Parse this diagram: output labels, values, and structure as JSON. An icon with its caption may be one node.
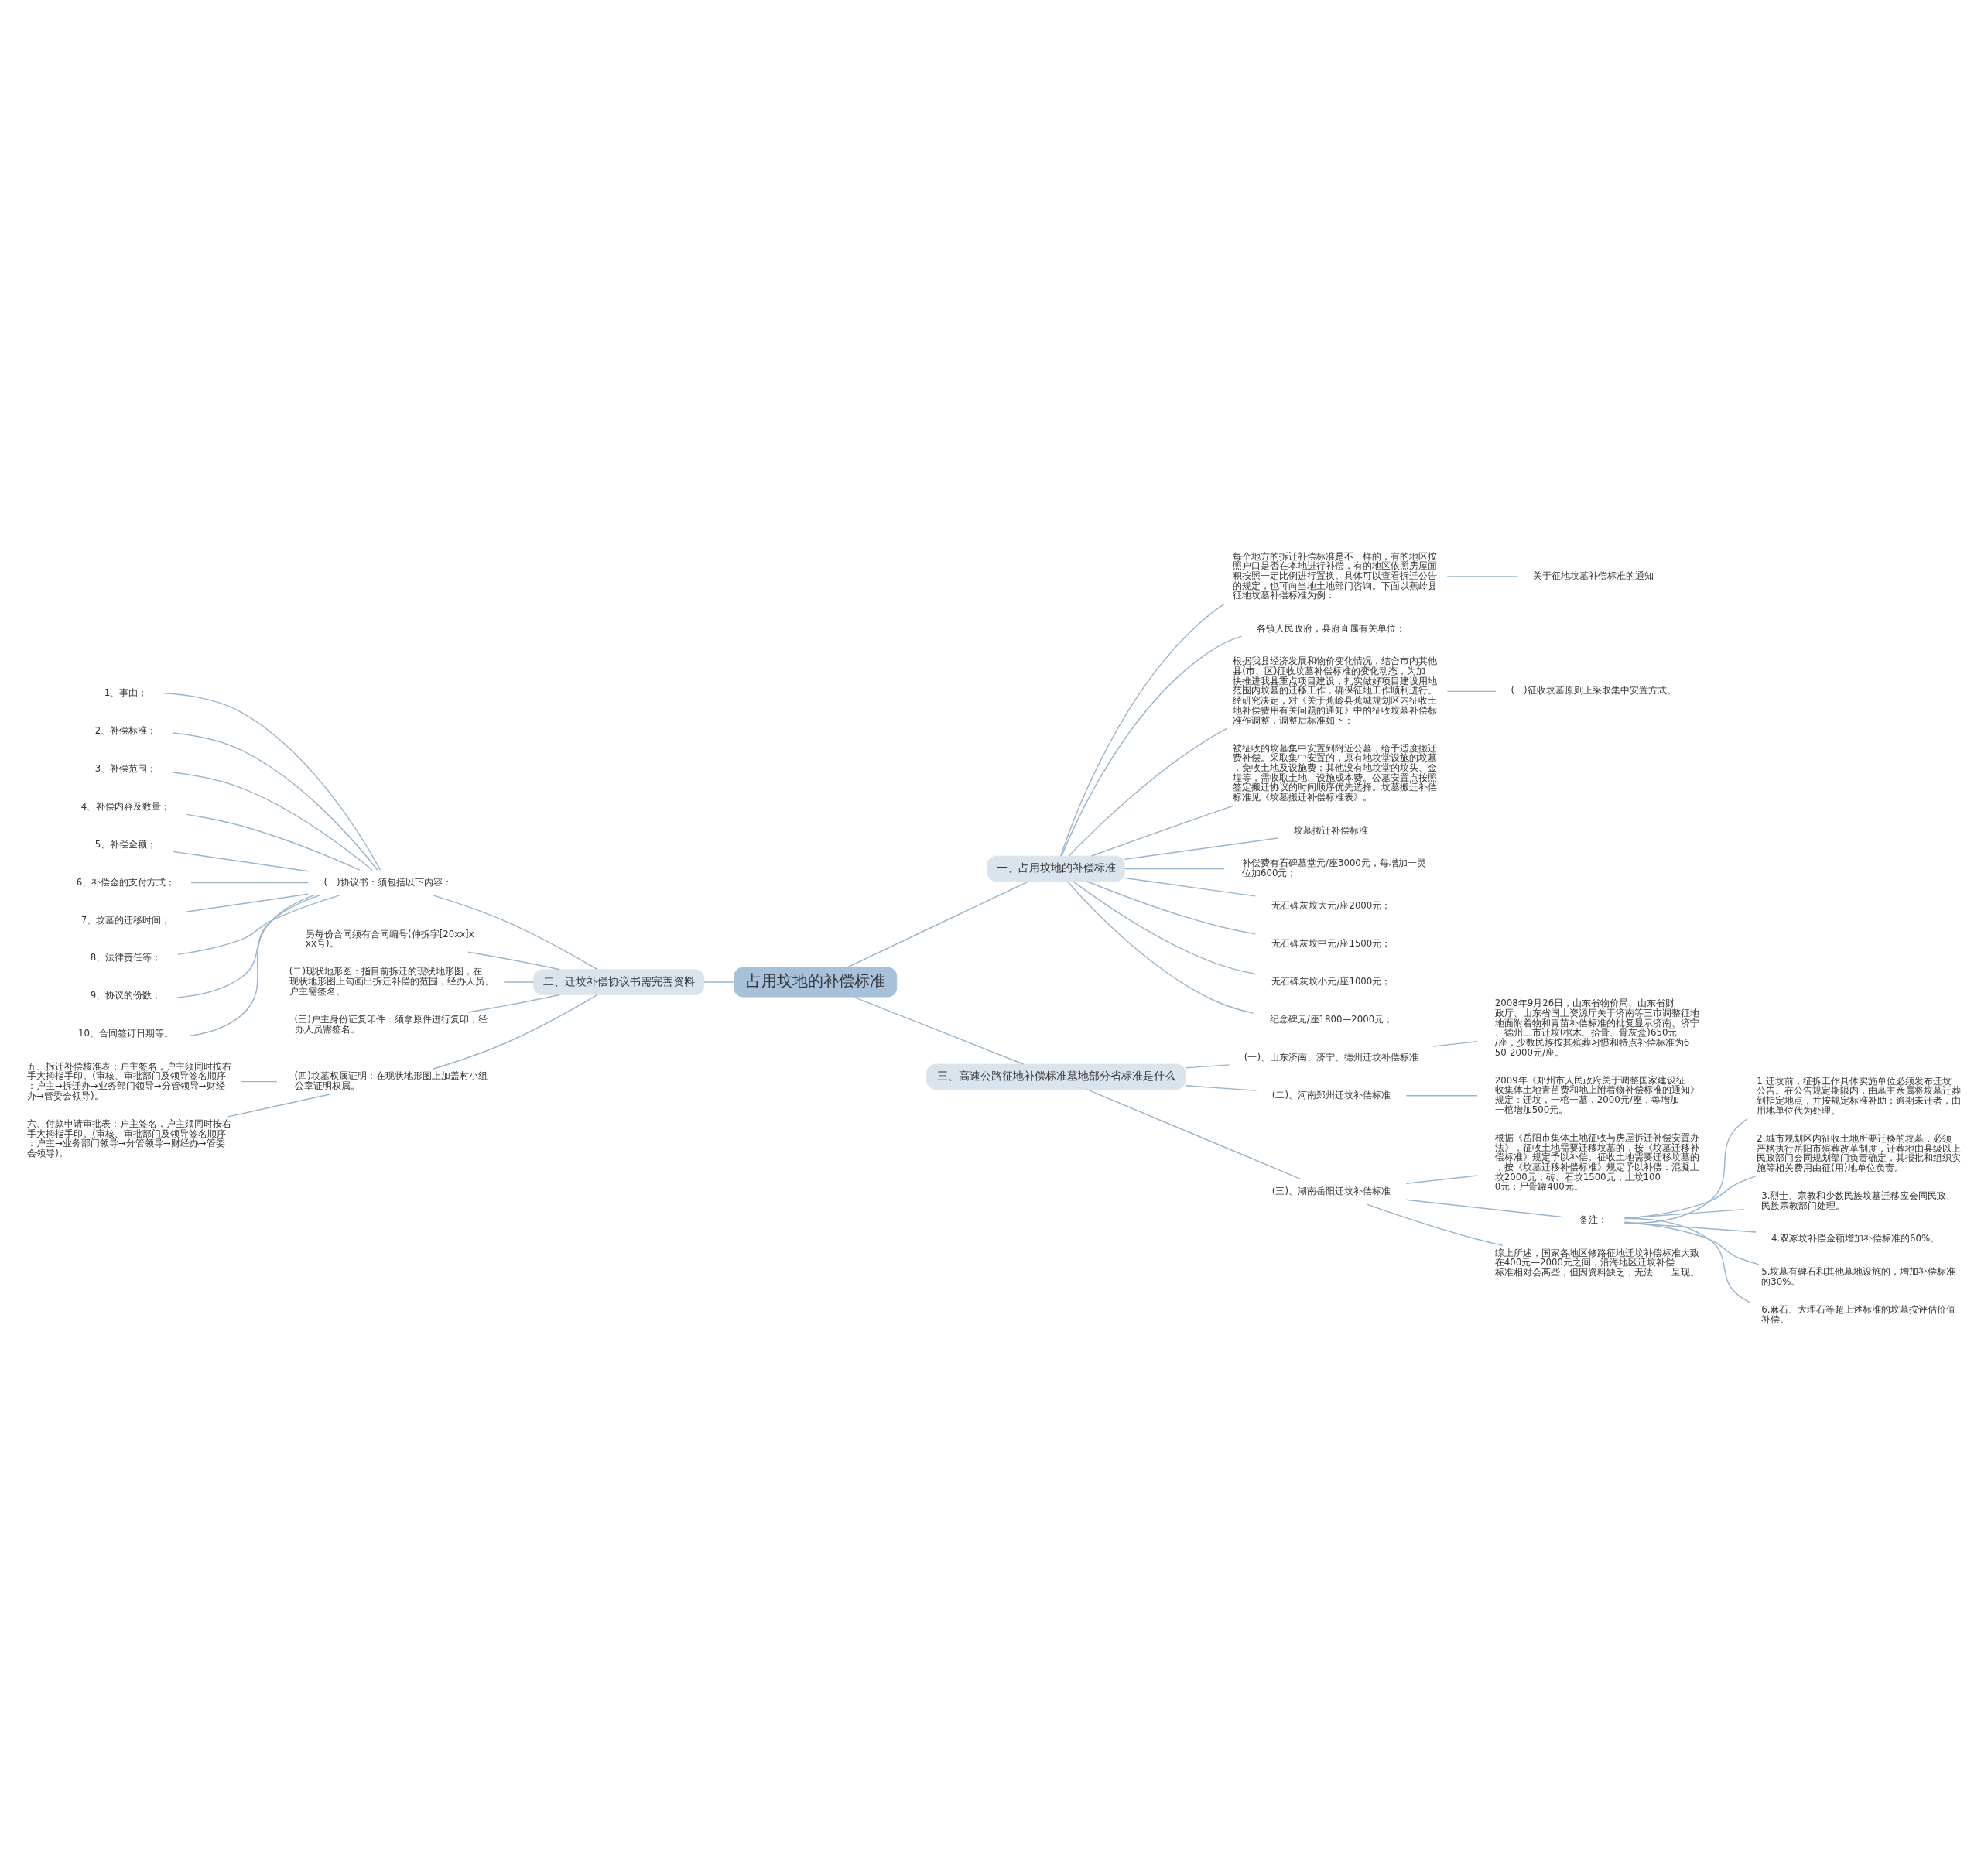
{
  "diagram": {
    "nodes": [
      {
        "text": [
          "占用坟地的补偿标准"
        ]
      },
      {
        "text": [
          "一、占用坟地的补偿标准"
        ]
      },
      {
        "text": [
          "每个地方的拆迁补偿标准是不一样的，有的地区按照户口是否在本地进行补偿，有的地区依照房屋面积按照一定比例进行置换。具体可以查看拆迁公告的规定，也可向当地土地部门咨询。下面以蕉岭县征地坟墓补偿标准为例："
        ]
      },
      {
        "text": [
          "关于征地坟墓补偿标准的通知"
        ]
      },
      {
        "text": [
          "各镇人民政府，县府直属有关单位："
        ]
      },
      {
        "text": [
          "根据我县经济发展和物价变化情况，结合市内其他县(市、区)征收坟墓补偿标准的变化动态，为加快推进我县重点项目建设，扎实做好项目建设用地范围内坟墓的迁移工作，确保征地工作顺利进行。经研究决定，对《关于蕉岭县蕉城规划区内征收土地补偿费用有关问题的通知》中的征收坟墓补偿标准作调整，调整后标准如下："
        ]
      },
      {
        "text": [
          "(一)征收坟墓原则上采取集中安置方式。"
        ]
      },
      {
        "text": [
          "被征收的坟墓集中安置到附近公墓，给予适度搬迁费补偿。采取集中安置的，原有地坟堂设施的坟墓，免收土地及设施费；其他没有地坟堂的坟头、金埕等，需收取土地、设施成本费。公墓安置点按照签定搬迁协议的时间顺序优先选择。坟墓搬迁补偿标准见《坟墓搬迁补偿标准表》。"
        ]
      },
      {
        "text": [
          "坟墓搬迁补偿标准"
        ]
      },
      {
        "text": [
          "补偿费有石碑墓堂元/座3000元，每增加一灵位加600元；"
        ]
      },
      {
        "text": [
          "无石碑灰坟大元/座2000元；"
        ]
      },
      {
        "text": [
          "无石碑灰坟中元/座1500元；"
        ]
      },
      {
        "text": [
          "无石碑灰坟小元/座1000元；"
        ]
      },
      {
        "text": [
          "纪念碑元/座1800—2000元；"
        ]
      },
      {
        "text": [
          "三、高速公路征地补偿标准墓地部分省标准是什么"
        ]
      },
      {
        "text": [
          "(一)、山东济南、济宁、德州迁坟补偿标准"
        ]
      },
      {
        "text": [
          "2008年9月26日，山东省物价局、山东省财政厅、山东省国土资源厅关于济南等三市调整征地地面附着物和青苗补偿标准的批复显示济南、济宁、德州三市迁坟(棺木、拾骨、骨灰盒)650元/座，少数民族按其殡葬习惯和特点补偿标准为650-2000元/座。"
        ]
      },
      {
        "text": [
          "(二)、河南郑州迁坟补偿标准"
        ]
      },
      {
        "text": [
          "2009年《郑州市人民政府关于调整国家建设征收集体土地青苗费和地上附着物补偿标准的通知》规定：迁坟，一棺一墓，2000元/座，每增加一棺增加500元。"
        ]
      },
      {
        "text": [
          "(三)、湖南岳阳迁坟补偿标准"
        ]
      },
      {
        "text": [
          "根据《岳阳市集体土地征收与房屋拆迁补偿安置办法》，征收土地需要迁移坟墓的，按《坟墓迁移补偿标准》规定予以补偿。征收土地需要迁移坟墓的，按《坟墓迁移补偿标准》规定予以补偿：混凝土坟2000元；砖、石坟1500元；土坟1000元；尸骨罐400元。"
        ]
      },
      {
        "text": [
          "备注："
        ]
      },
      {
        "text": [
          "1.迁坟前，征拆工作具体实施单位必须发布迁坟公告。在公告规定期限内，由墓主亲属将坟墓迁葬到指定地点，并按规定标准补助；逾期未迁者，由用地单位代为处理。"
        ]
      },
      {
        "text": [
          "2.城市规划区内征收土地所要迁移的坟墓，必须严格执行岳阳市殡葬改革制度，迁葬地由县级以上民政部门会同规划部门负责确定，其报批和组织实施等相关费用由征(用)地单位负责。"
        ]
      },
      {
        "text": [
          "3.烈士、宗教和少数民族坟墓迁移应会同民政、民族宗教部门处理。"
        ]
      },
      {
        "text": [
          "4.双冢坟补偿金额增加补偿标准的60%。"
        ]
      },
      {
        "text": [
          "5.坟墓有碑石和其他墓地设施的，增加补偿标准的30%。"
        ]
      },
      {
        "text": [
          "6.麻石、大理石等超上述标准的坟墓按评估价值补偿。"
        ]
      },
      {
        "text": [
          "综上所述，国家各地区修路征地迁坟补偿标准大致在400元—2000元之间，沿海地区迁坟补偿标准相对会高些，但因资料缺乏，无法一一呈现。"
        ]
      },
      {
        "text": [
          "二、迁坟补偿协议书需完善资料"
        ]
      },
      {
        "text": [
          "(一)协议书：须包括以下内容："
        ]
      },
      {
        "text": [
          "1、事由；"
        ]
      },
      {
        "text": [
          "2、补偿标准；"
        ]
      },
      {
        "text": [
          "3、补偿范围；"
        ]
      },
      {
        "text": [
          "4、补偿内容及数量；"
        ]
      },
      {
        "text": [
          "5、补偿金额；"
        ]
      },
      {
        "text": [
          "6、补偿金的支付方式；"
        ]
      },
      {
        "text": [
          "7、坟墓的迁移时间；"
        ]
      },
      {
        "text": [
          "8、法律责任等；"
        ]
      },
      {
        "text": [
          "9、协议的份数；"
        ]
      },
      {
        "text": [
          "10、合同签订日期等。"
        ]
      },
      {
        "text": [
          "另每份合同须有合同编号(仲拆字[20xx]xxx号)。"
        ]
      },
      {
        "text": [
          "(二)现状地形图：指目前拆迁的现状地形图，在现状地形图上勾画出拆迁补偿的范围，经办人员、户主需签名。"
        ]
      },
      {
        "text": [
          "(三)户主身份证复印件：须拿原件进行复印，经办人员需签名。"
        ]
      },
      {
        "text": [
          "(四)坟墓权属证明：在现状地形图上加盖村小组公章证明权属。"
        ]
      },
      {
        "text": [
          "五、拆迁补偿核准表：户主签名，户主须同时按右手大拇指手印。(审核、审批部门及领导签名顺序：户主→拆迁办→业务部门领导→分管领导→财经办→管委会领导)。"
        ]
      },
      {
        "text": [
          "六、付款申请审批表：户主签名，户主须同时按右手大拇指手印。(审核、审批部门及领导签名顺序：户主→业务部门领导→分管领导→财经办→管委会领导)。"
        ]
      }
    ],
    "edges": [
      {
        "from": 0,
        "to": 1,
        "arrow": "none"
      },
      {
        "from": 1,
        "to": 2,
        "arrow": "none"
      },
      {
        "from": 2,
        "to": 3,
        "arrow": "none"
      },
      {
        "from": 1,
        "to": 4,
        "arrow": "none"
      },
      {
        "from": 1,
        "to": 5,
        "arrow": "none"
      },
      {
        "from": 5,
        "to": 6,
        "arrow": "none"
      },
      {
        "from": 1,
        "to": 7,
        "arrow": "none"
      },
      {
        "from": 1,
        "to": 8,
        "arrow": "none"
      },
      {
        "from": 1,
        "to": 9,
        "arrow": "none"
      },
      {
        "from": 1,
        "to": 10,
        "arrow": "none"
      },
      {
        "from": 1,
        "to": 11,
        "arrow": "none"
      },
      {
        "from": 1,
        "to": 12,
        "arrow": "none"
      },
      {
        "from": 1,
        "to": 13,
        "arrow": "none"
      },
      {
        "from": 0,
        "to": 14,
        "arrow": "none"
      },
      {
        "from": 14,
        "to": 15,
        "arrow": "none"
      },
      {
        "from": 15,
        "to": 16,
        "arrow": "none"
      },
      {
        "from": 14,
        "to": 17,
        "arrow": "none"
      },
      {
        "from": 17,
        "to": 18,
        "arrow": "none"
      },
      {
        "from": 14,
        "to": 19,
        "arrow": "none"
      },
      {
        "from": 19,
        "to": 20,
        "arrow": "none"
      },
      {
        "from": 19,
        "to": 21,
        "arrow": "none"
      },
      {
        "from": 21,
        "to": 22,
        "arrow": "none"
      },
      {
        "from": 21,
        "to": 23,
        "arrow": "none"
      },
      {
        "from": 21,
        "to": 24,
        "arrow": "none"
      },
      {
        "from": 21,
        "to": 25,
        "arrow": "none"
      },
      {
        "from": 21,
        "to": 26,
        "arrow": "none"
      },
      {
        "from": 21,
        "to": 27,
        "arrow": "none"
      },
      {
        "from": 19,
        "to": 28,
        "arrow": "none"
      },
      {
        "from": 0,
        "to": 29,
        "arrow": "none"
      },
      {
        "from": 29,
        "to": 30,
        "arrow": "none"
      },
      {
        "from": 30,
        "to": 31,
        "arrow": "none"
      },
      {
        "from": 30,
        "to": 32,
        "arrow": "none"
      },
      {
        "from": 30,
        "to": 33,
        "arrow": "none"
      },
      {
        "from": 30,
        "to": 34,
        "arrow": "none"
      },
      {
        "from": 30,
        "to": 35,
        "arrow": "none"
      },
      {
        "from": 30,
        "to": 36,
        "arrow": "none"
      },
      {
        "from": 30,
        "to": 37,
        "arrow": "none"
      },
      {
        "from": 30,
        "to": 38,
        "arrow": "none"
      },
      {
        "from": 30,
        "to": 39,
        "arrow": "none"
      },
      {
        "from": 30,
        "to": 40,
        "arrow": "none"
      },
      {
        "from": 29,
        "to": 41,
        "arrow": "none"
      },
      {
        "from": 29,
        "to": 42,
        "arrow": "none"
      },
      {
        "from": 29,
        "to": 43,
        "arrow": "none"
      },
      {
        "from": 29,
        "to": 44,
        "arrow": "none"
      },
      {
        "from": 44,
        "to": 45,
        "arrow": "none"
      },
      {
        "from": 44,
        "to": 46,
        "arrow": "none"
      }
    ]
  }
}
